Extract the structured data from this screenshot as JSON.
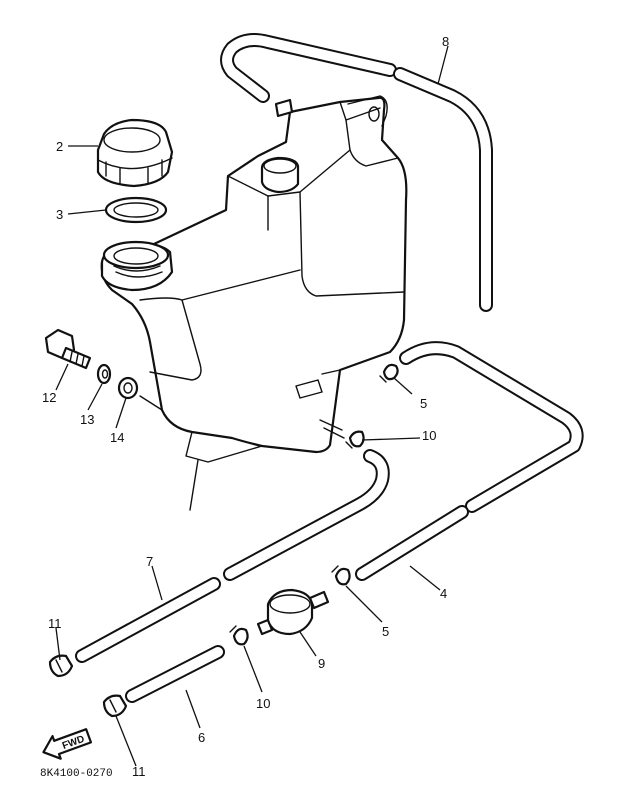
{
  "callouts": [
    {
      "id": "c2",
      "text": "2"
    },
    {
      "id": "c3",
      "text": "3"
    },
    {
      "id": "c4",
      "text": "4"
    },
    {
      "id": "c5a",
      "text": "5"
    },
    {
      "id": "c5b",
      "text": "5"
    },
    {
      "id": "c6",
      "text": "6"
    },
    {
      "id": "c7",
      "text": "7"
    },
    {
      "id": "c8",
      "text": "8"
    },
    {
      "id": "c9",
      "text": "9"
    },
    {
      "id": "c10a",
      "text": "10"
    },
    {
      "id": "c10b",
      "text": "10"
    },
    {
      "id": "c11a",
      "text": "11"
    },
    {
      "id": "c11b",
      "text": "11"
    },
    {
      "id": "c12",
      "text": "12"
    },
    {
      "id": "c13",
      "text": "13"
    },
    {
      "id": "c14",
      "text": "14"
    }
  ],
  "direction_marker": {
    "text": "FWD"
  },
  "diagram_code": "8K4100-0270"
}
